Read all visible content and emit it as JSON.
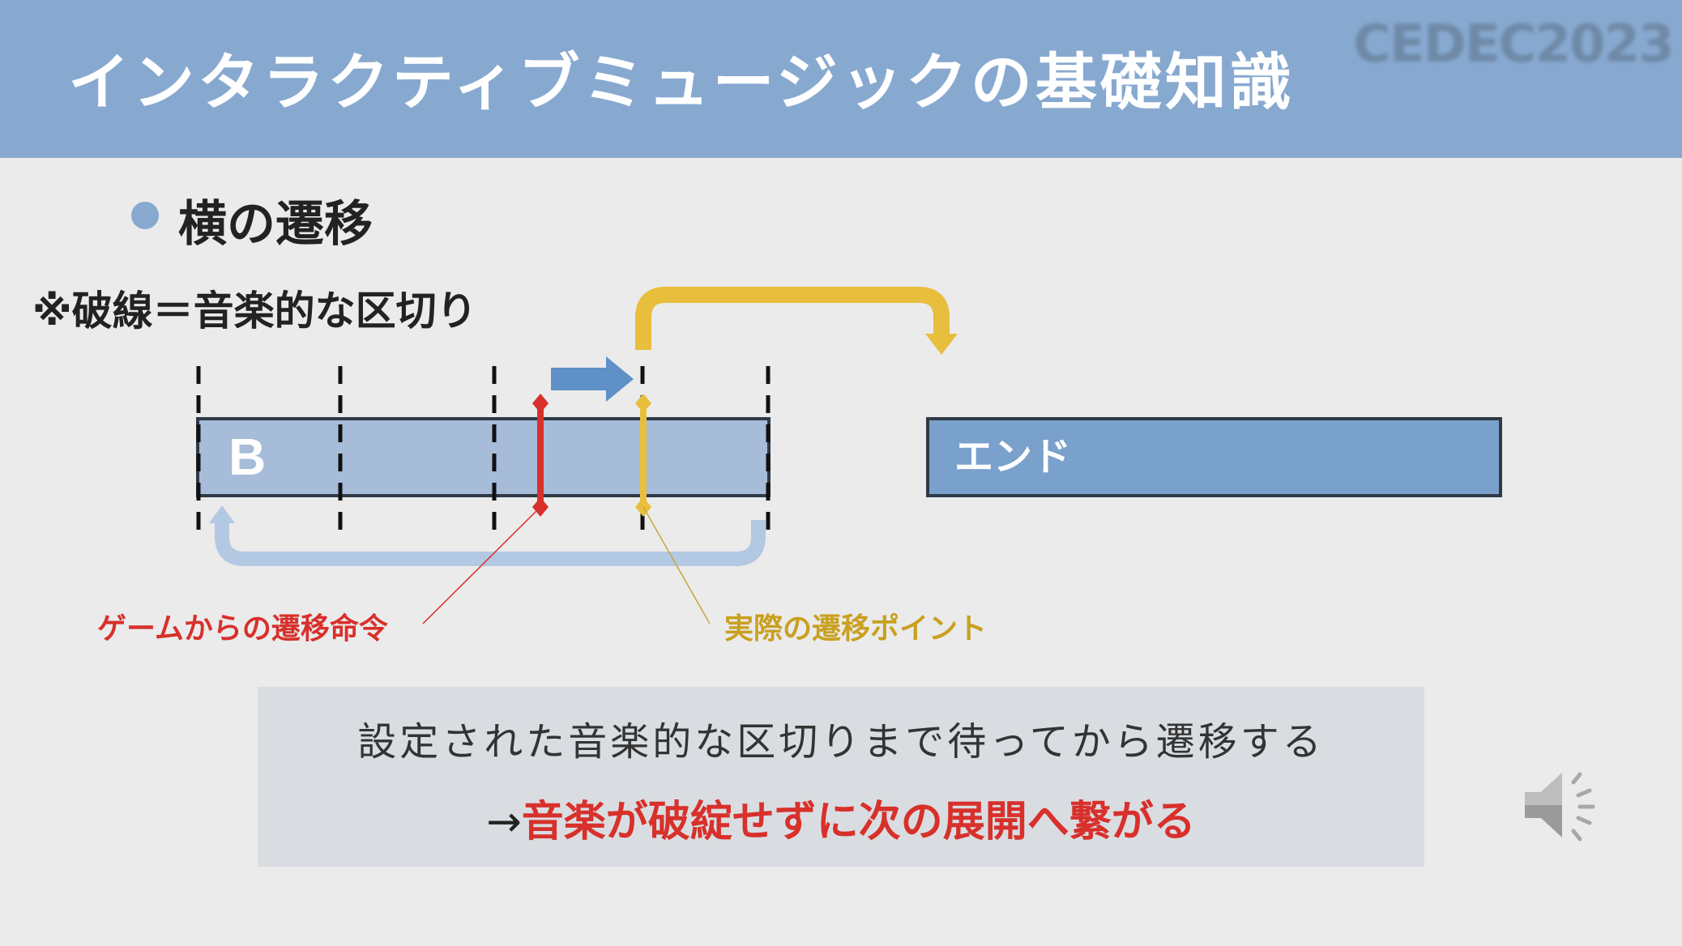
{
  "header": {
    "title": "インタラクティブミュージックの基礎知識",
    "logo_text": "CEDEC2023"
  },
  "bullet": {
    "text": "横の遷移"
  },
  "note": "※破線＝音楽的な区切り",
  "diagram": {
    "segment_label": "B",
    "end_label": "エンド",
    "game_command_label": "ゲームからの遷移命令",
    "transition_point_label": "実際の遷移ポイント",
    "colors": {
      "segment_fill": "#a6bcd9",
      "end_fill": "#7aa0cc",
      "red": "#d8302b",
      "yellow": "#e8be3d",
      "loop_arrow": "#b3c8e3",
      "blue_arrow": "#5f90c8"
    }
  },
  "summary": {
    "line1": "設定された音楽的な区切りまで待ってから遷移する",
    "line2_prefix": "→",
    "line2_emphasis": "音楽が破綻せずに次の展開へ繋がる"
  },
  "icons": {
    "speaker": "speaker-icon"
  }
}
